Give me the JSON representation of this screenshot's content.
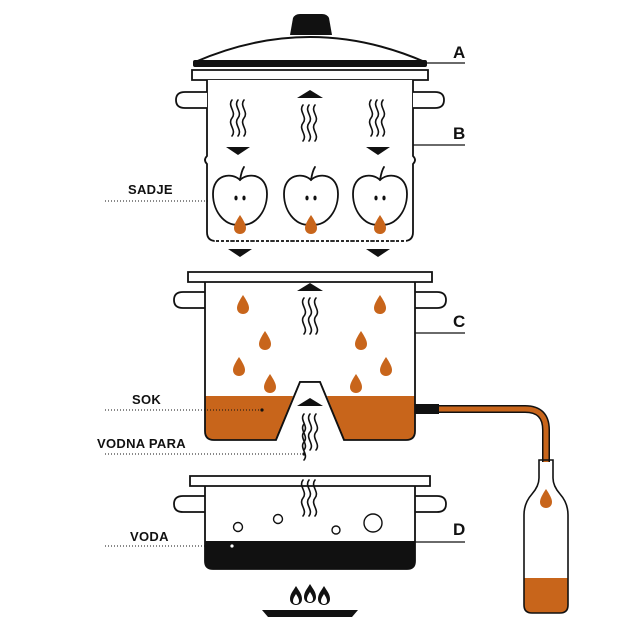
{
  "labels": {
    "a": "A",
    "b": "B",
    "c": "C",
    "d": "D",
    "sadje": "SADJE",
    "sok": "SOK",
    "vodna_para": "VODNA PARA",
    "voda": "VODA"
  },
  "colors": {
    "juice": "#c8651b",
    "water": "#111111",
    "outline": "#111111",
    "background": "#ffffff"
  },
  "icons": [
    "lid-knob-icon",
    "steam-icon",
    "arrow-up-icon",
    "arrow-down-icon",
    "apple-icon",
    "juice-drop-icon",
    "bubble-icon",
    "flame-icon",
    "bottle-icon",
    "hose-icon"
  ]
}
